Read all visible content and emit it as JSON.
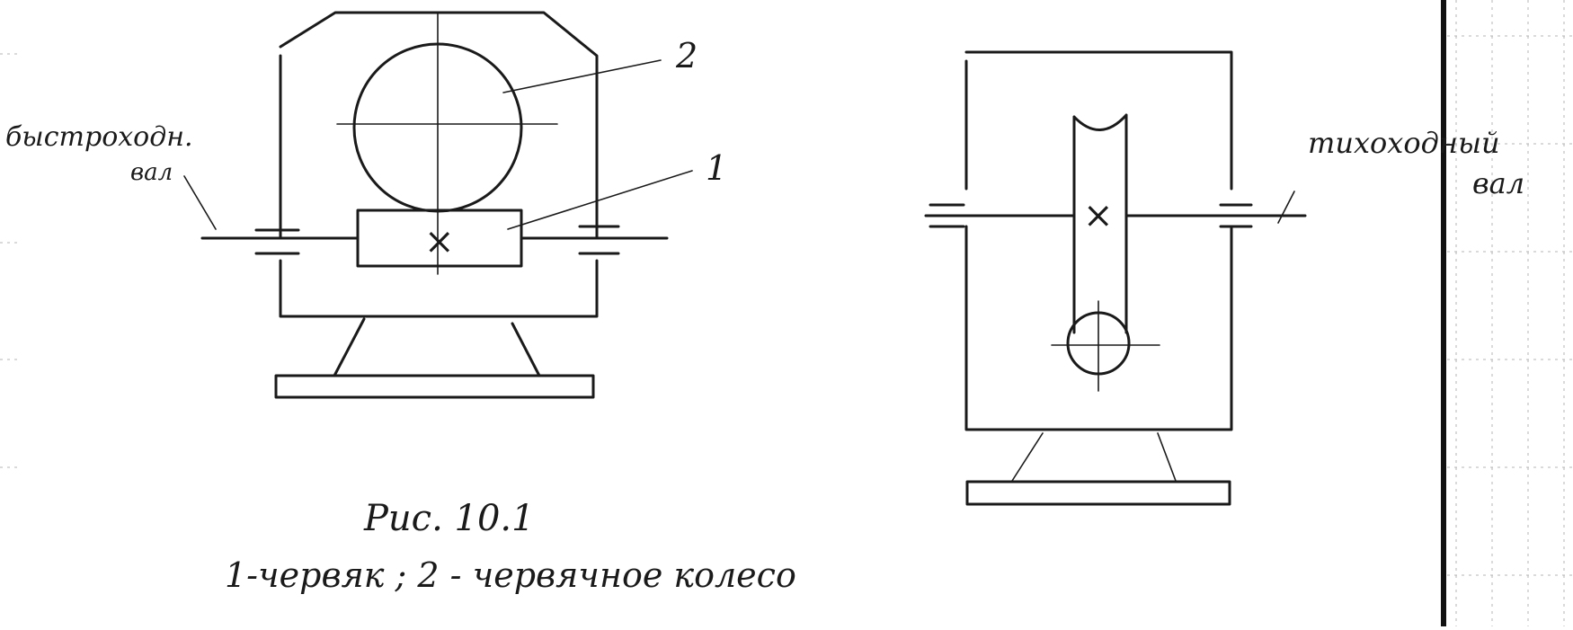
{
  "labels": {
    "fast_shaft_line1": "быстроходн.",
    "fast_shaft_line2": "вал",
    "slow_shaft_line1": "тихоходный",
    "slow_shaft_line2": "вал",
    "callout_worm_wheel": "2",
    "callout_worm": "1",
    "worm_mark": "×",
    "wheel_mark": "×"
  },
  "caption": {
    "figure": "Рис. 10.1",
    "legend": "1-червяк ; 2 - червячное колесо"
  }
}
